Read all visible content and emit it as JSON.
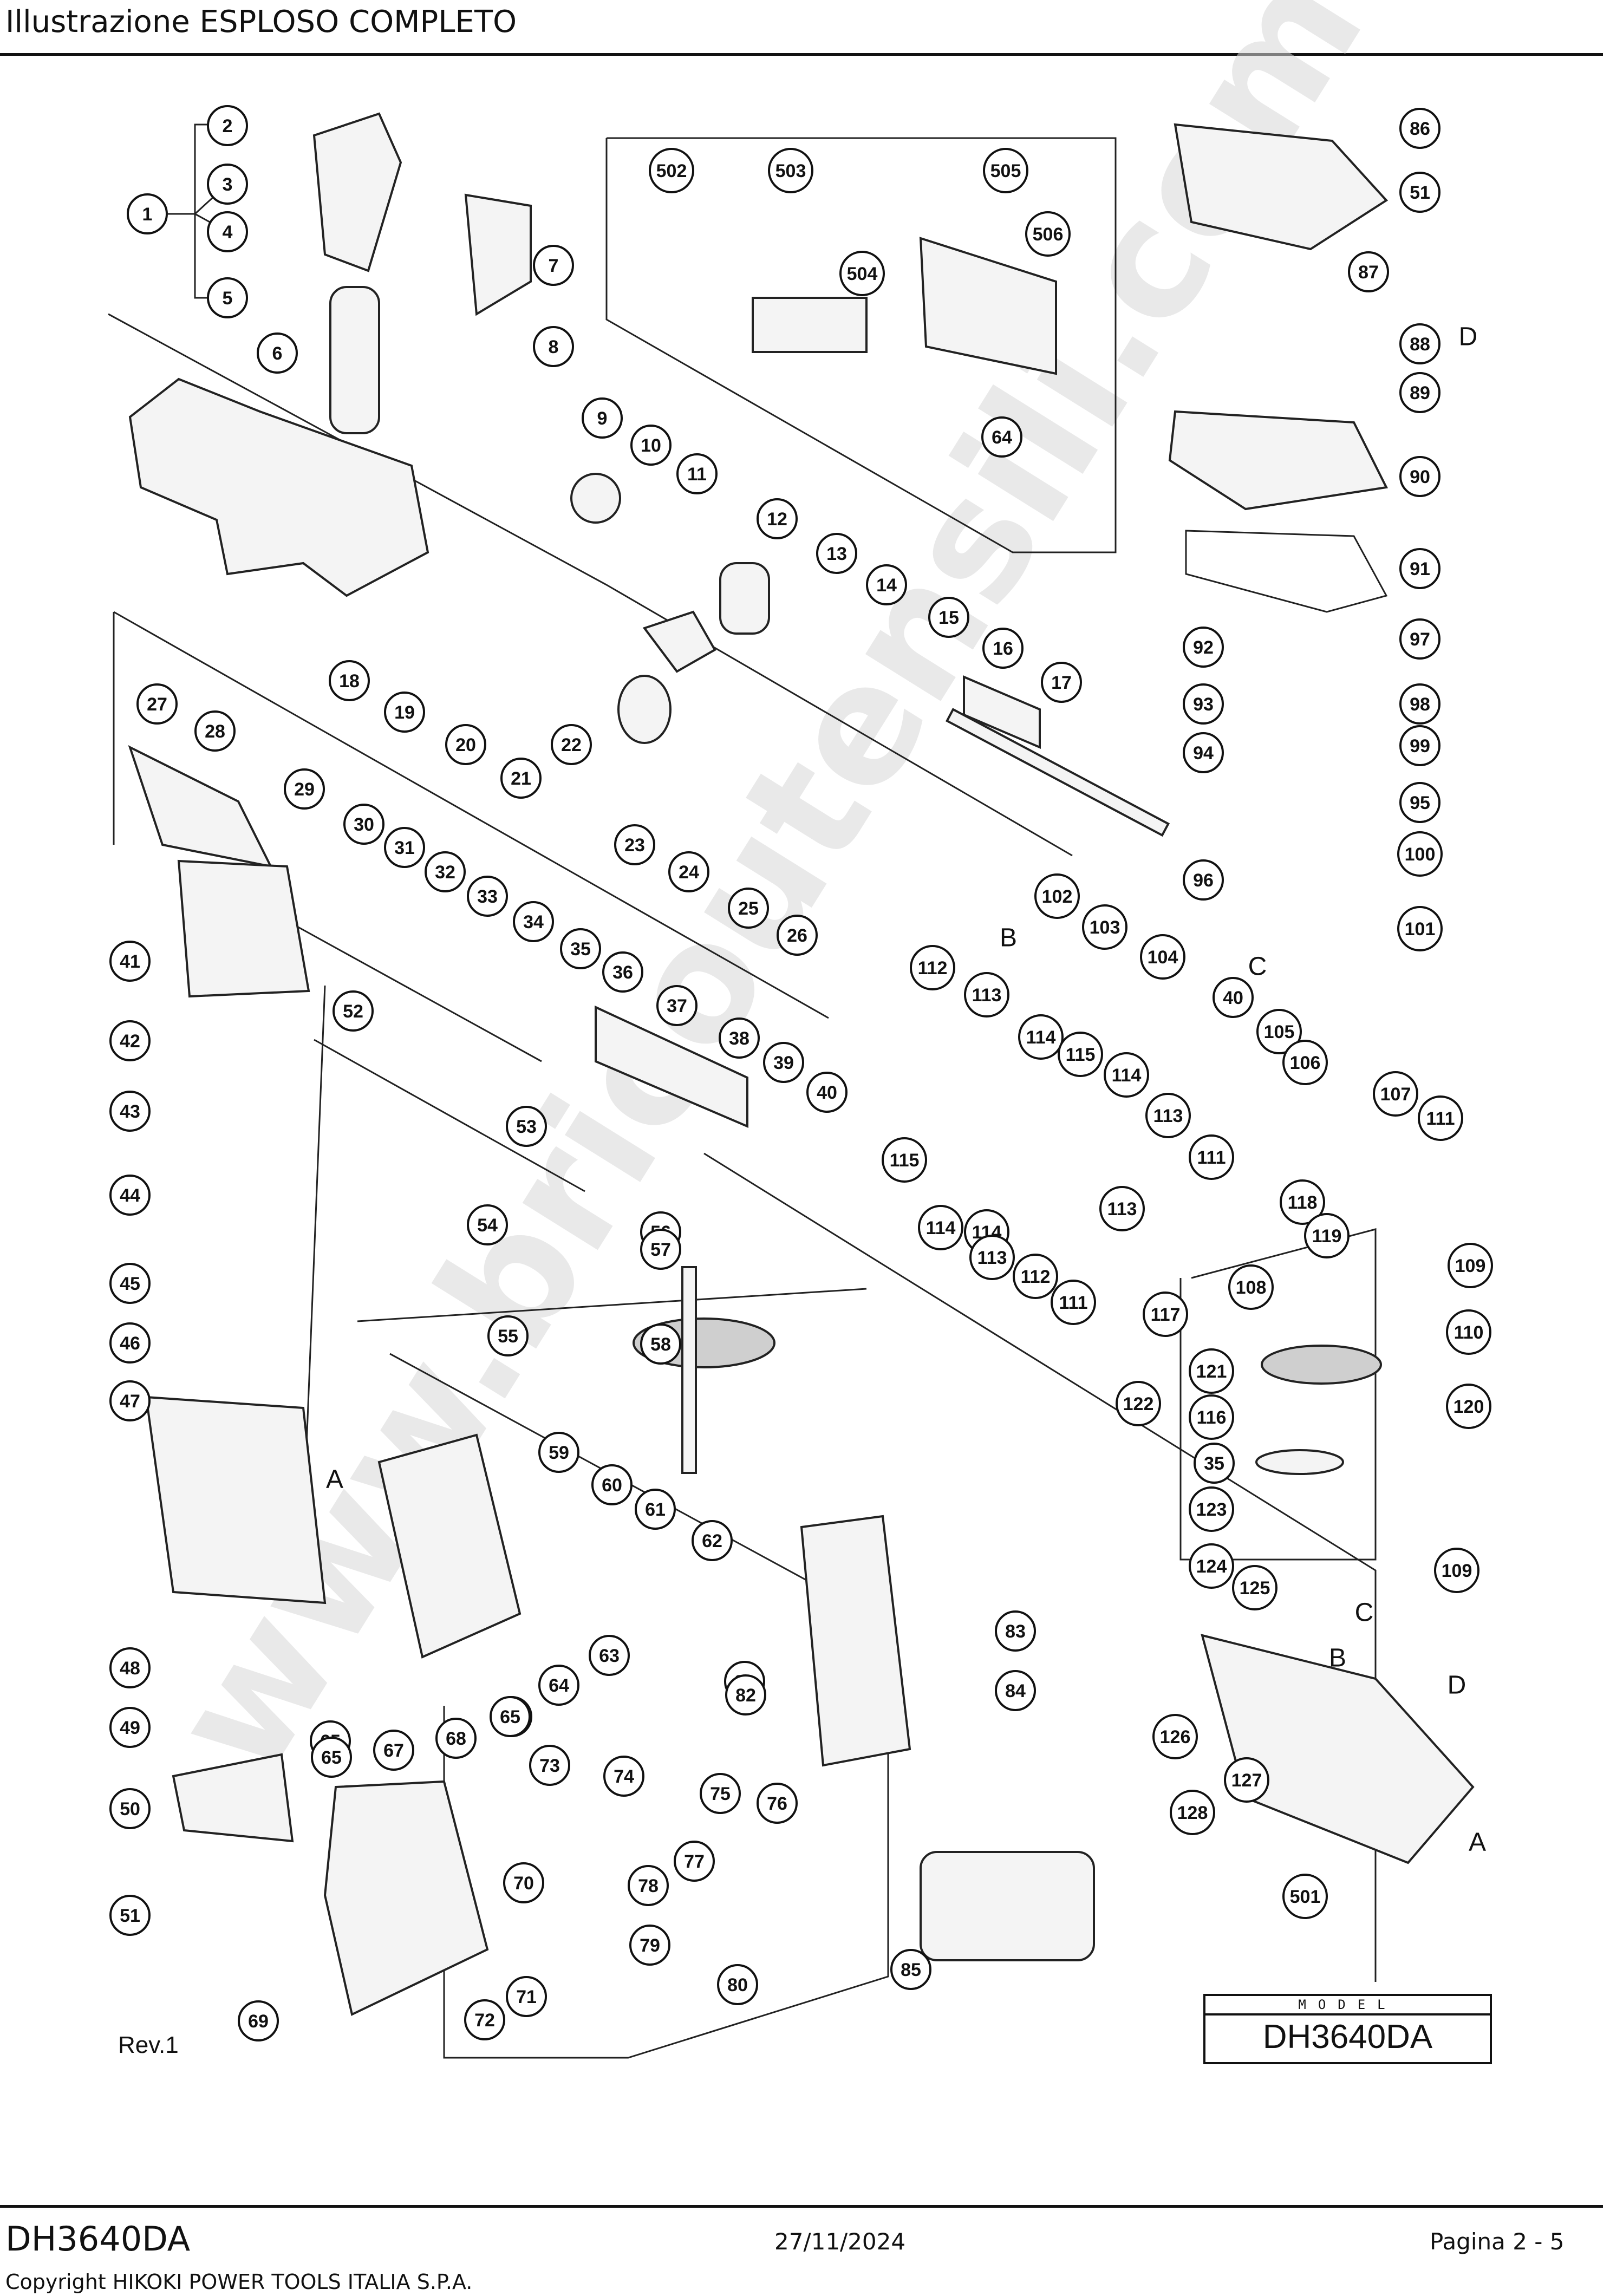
{
  "header": {
    "title": "Illustrazione  ESPLOSO COMPLETO"
  },
  "rev": "Rev.1",
  "watermark": "www.bricoutensili.com",
  "model_box": {
    "caption": "MODEL",
    "value": "DH3640DA"
  },
  "footer": {
    "model": "DH3640DA",
    "date": "27/11/2024",
    "page": "Pagina 2 - 5",
    "copyright": "Copyright HIKOKI POWER TOOLS ITALIA S.P.A."
  },
  "letters": [
    "A",
    "A",
    "B",
    "B",
    "C",
    "C",
    "D",
    "D"
  ],
  "parts": [
    "1",
    "2",
    "3",
    "4",
    "5",
    "6",
    "7",
    "8",
    "9",
    "10",
    "11",
    "12",
    "13",
    "14",
    "15",
    "16",
    "17",
    "18",
    "19",
    "20",
    "21",
    "22",
    "23",
    "24",
    "25",
    "26",
    "27",
    "28",
    "29",
    "30",
    "31",
    "32",
    "33",
    "34",
    "35",
    "36",
    "37",
    "38",
    "39",
    "40",
    "41",
    "42",
    "43",
    "44",
    "45",
    "46",
    "47",
    "48",
    "49",
    "50",
    "51",
    "52",
    "53",
    "54",
    "55",
    "56",
    "57",
    "58",
    "59",
    "60",
    "61",
    "62",
    "63",
    "64",
    "65",
    "66",
    "67",
    "68",
    "69",
    "70",
    "71",
    "72",
    "73",
    "74",
    "75",
    "76",
    "77",
    "78",
    "79",
    "80",
    "81",
    "82",
    "83",
    "84",
    "85",
    "86",
    "51",
    "87",
    "88",
    "89",
    "90",
    "91",
    "97",
    "92",
    "98",
    "93",
    "99",
    "94",
    "95",
    "100",
    "96",
    "101",
    "102",
    "103",
    "104",
    "40",
    "105",
    "106",
    "107",
    "111",
    "112",
    "113",
    "114",
    "115",
    "114",
    "113",
    "111",
    "113",
    "114",
    "115",
    "114",
    "113",
    "112",
    "111",
    "117",
    "118",
    "119",
    "108",
    "109",
    "110",
    "120",
    "121",
    "116",
    "122",
    "35",
    "123",
    "124",
    "109",
    "125",
    "126",
    "127",
    "128",
    "501",
    "502",
    "503",
    "504",
    "505",
    "506",
    "64",
    "65",
    "65"
  ]
}
